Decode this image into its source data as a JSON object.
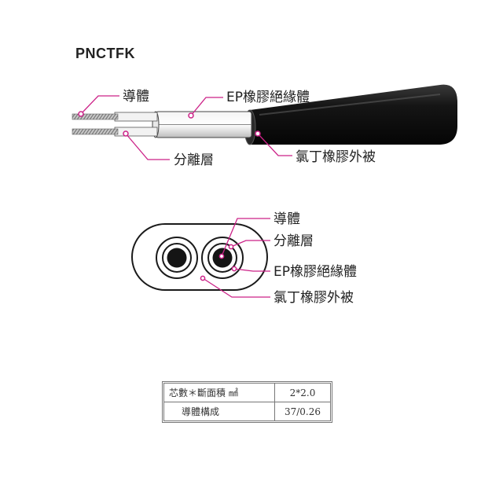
{
  "title": "PNCTFK",
  "side_view": {
    "labels": {
      "conductor": "導體",
      "ep_insulation": "EP橡膠絕緣體",
      "separator": "分離層",
      "sheath": "氯丁橡膠外被"
    }
  },
  "cross_section": {
    "labels": {
      "conductor": "導體",
      "separator": "分離層",
      "ep_insulation": "EP橡膠絕緣體",
      "sheath": "氯丁橡膠外被"
    }
  },
  "specs": {
    "rows": [
      {
        "key": "芯數＊斷面積 ㎟",
        "value": "2*2.0"
      },
      {
        "key": "導體構成",
        "value": "37/0.26"
      }
    ]
  },
  "colors": {
    "leader_line": "#cc2288",
    "sheath": "#151515",
    "insulation": "#ffffff"
  }
}
